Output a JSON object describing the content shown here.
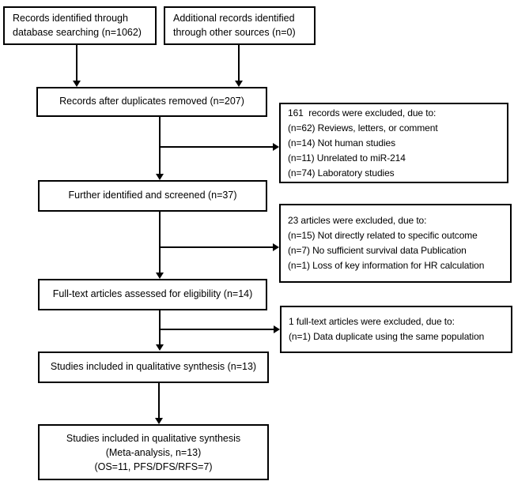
{
  "flowchart": {
    "colors": {
      "border": "#000000",
      "text": "#000000",
      "background": "#ffffff"
    },
    "box_db_search": {
      "lines": [
        "Records identified through",
        "database searching (n=1062)"
      ]
    },
    "box_other_sources": {
      "lines": [
        "Additional records identified",
        "through other sources (n=0)"
      ]
    },
    "box_duplicates_removed": {
      "text": "Records after duplicates removed (n=207)"
    },
    "excl_records": {
      "lines": [
        "161  records were excluded, due to:",
        "(n=62) Reviews, letters, or comment",
        "(n=14) Not human studies",
        "(n=11) Unrelated to miR-214",
        "(n=74) Laboratory studies"
      ]
    },
    "box_screened": {
      "text": "Further identified and screened (n=37)"
    },
    "excl_articles": {
      "lines": [
        "23 articles were excluded, due to:",
        "(n=15) Not directly related to specific outcome",
        "(n=7) No sufficient survival data Publication",
        "(n=1) Loss of key information for HR calculation"
      ]
    },
    "box_fulltext": {
      "text": "Full-text articles assessed for eligibility (n=14)"
    },
    "excl_fulltext": {
      "lines": [
        "1 full-text articles were excluded, due to:",
        "(n=1) Data duplicate using the same population"
      ]
    },
    "box_qualitative": {
      "text": "Studies included in qualitative synthesis (n=13)"
    },
    "box_meta": {
      "lines": [
        "Studies included in qualitative synthesis",
        "(Meta-analysis, n=13)",
        "(OS=11, PFS/DFS/RFS=7)"
      ]
    }
  }
}
